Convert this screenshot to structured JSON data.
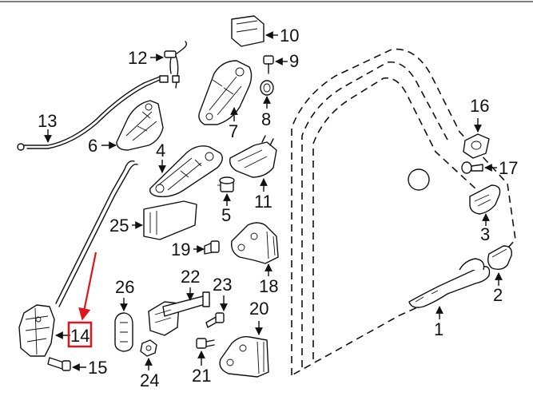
{
  "callouts": {
    "c1": "1",
    "c2": "2",
    "c3": "3",
    "c4": "4",
    "c5": "5",
    "c6": "6",
    "c7": "7",
    "c8": "8",
    "c9": "9",
    "c10": "10",
    "c11": "11",
    "c12": "12",
    "c13": "13",
    "c14": "14",
    "c15": "15",
    "c16": "16",
    "c17": "17",
    "c18": "18",
    "c19": "19",
    "c20": "20",
    "c21": "21",
    "c22": "22",
    "c23": "23",
    "c24": "24",
    "c25": "25",
    "c26": "26"
  },
  "colors": {
    "highlight": "#e0141e",
    "line": "#111111",
    "background": "#ffffff"
  },
  "highlighted_part": "14"
}
